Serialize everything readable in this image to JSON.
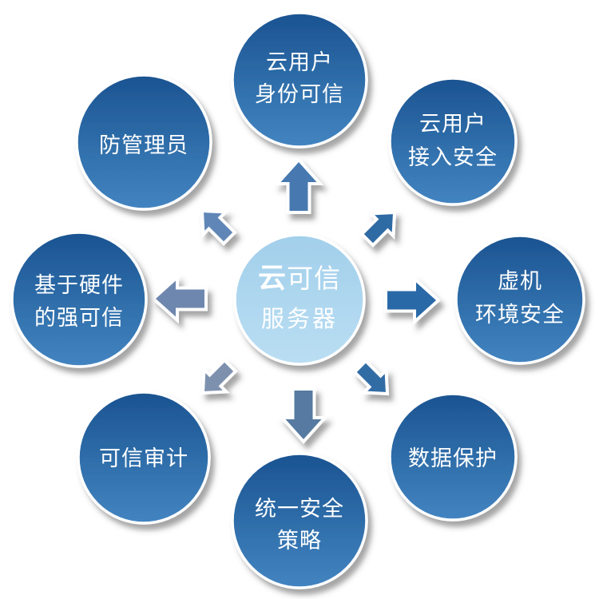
{
  "diagram": {
    "background": "#ffffff",
    "center_node": {
      "line1_bold": "云",
      "line1_rest": "可信",
      "line2": "服务器",
      "fill_top": "#a2cfeb",
      "fill_bottom": "#badef3",
      "text_color": "#ffffff"
    },
    "outer_node_style": {
      "fill_top": "#1b5391",
      "fill_mid": "#3272ae",
      "fill_bottom": "#4384c1",
      "text_color": "#ffffff",
      "border_color": "#ffffff"
    },
    "nodes": [
      {
        "id": "top",
        "line1": "云用户",
        "line2": "身份可信"
      },
      {
        "id": "top-right",
        "line1": "云用户",
        "line2": "接入安全"
      },
      {
        "id": "right",
        "line1": "虚机",
        "line2": "环境安全"
      },
      {
        "id": "bottom-right",
        "line1": "数据保护"
      },
      {
        "id": "bottom",
        "line1": "统一安全",
        "line2": "策略"
      },
      {
        "id": "bottom-left",
        "line1": "可信审计"
      },
      {
        "id": "left",
        "line1": "基于硬件",
        "line2": "的强可信"
      },
      {
        "id": "top-left",
        "line1": "防管理员"
      }
    ],
    "arrows": [
      {
        "direction": "up",
        "color": "#4679b0"
      },
      {
        "direction": "up-right",
        "color": "#2f6aa4"
      },
      {
        "direction": "right",
        "color": "#2b69a7"
      },
      {
        "direction": "down-right",
        "color": "#306ca5"
      },
      {
        "direction": "down",
        "color": "#567aa1"
      },
      {
        "direction": "down-left",
        "color": "#7d91af"
      },
      {
        "direction": "left",
        "color": "#6e87ae"
      },
      {
        "direction": "up-left",
        "color": "#5e86b6"
      }
    ]
  }
}
